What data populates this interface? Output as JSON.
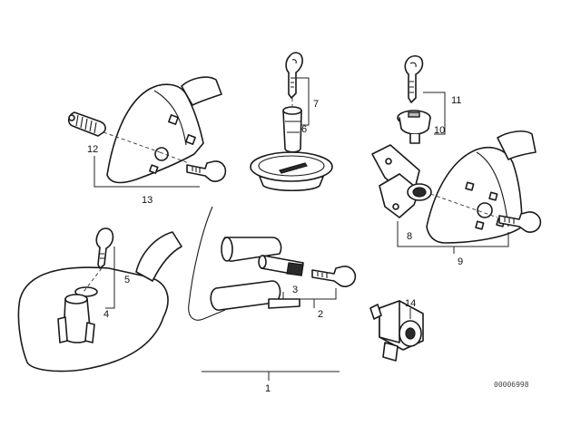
{
  "callouts": {
    "c1": "1",
    "c2": "2",
    "c3": "3",
    "c4": "4",
    "c5": "5",
    "c6": "6",
    "c7": "7",
    "c8": "8",
    "c9": "9",
    "c10": "10",
    "c11": "11",
    "c12": "12",
    "c13": "13",
    "c14": "14"
  },
  "diagram_code": "00006998"
}
